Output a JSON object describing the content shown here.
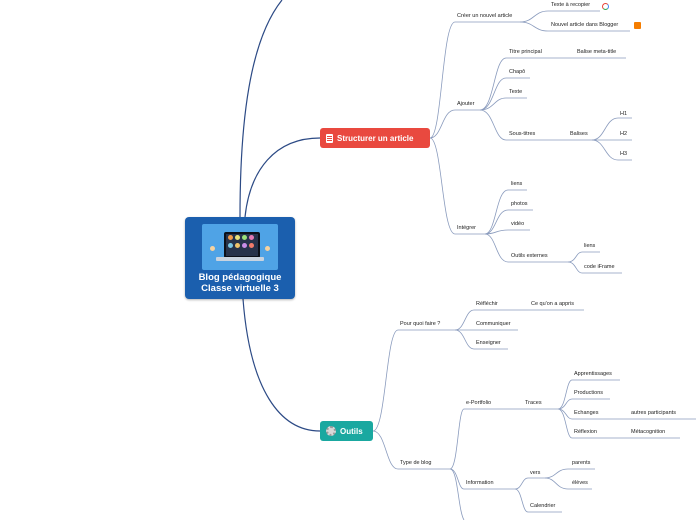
{
  "root": {
    "title_line1": "Blog pédagogique",
    "title_line2": "Classe virtuelle 3"
  },
  "branches": {
    "structurer": {
      "label": "Structurer un article",
      "icon": "document-icon",
      "color": "#e9493f"
    },
    "outils": {
      "label": "Outils",
      "icon": "gear-icon",
      "color": "#1aa8a0"
    }
  },
  "nodes": {
    "creer": "Créer un nouvel article",
    "texte_recopier": "Texte à recopier",
    "nouvel_article": "Nouvel article dans Blogger",
    "ajouter": "Ajouter",
    "titre_principal": "Titre principal",
    "balise_meta": "Balise meta-title",
    "chapo": "Chapô",
    "texte": "Texte",
    "sous_titres": "Sous-titres",
    "balises": "Balises",
    "h1": "H1",
    "h2": "H2",
    "h3": "H3",
    "integrer": "Intégrer",
    "liens": "liens",
    "photos": "photos",
    "video": "vidéo",
    "outils_externes": "Outils externes",
    "liens2": "liens",
    "code_iframe": "code iFrame",
    "pour_quoi": "Pour quoi faire ?",
    "reflechir": "Réfléchir",
    "ce_quon": "Ce qu'on a appris",
    "communiquer": "Communiquer",
    "enseigner": "Enseigner",
    "type_blog": "Type de blog",
    "eportfolio": "e-Portfolio",
    "traces": "Traces",
    "apprentissages": "Apprentissages",
    "productions": "Productions",
    "echanges": "Echanges",
    "autres": "autres participants",
    "reflexion": "Réflexion",
    "metacognition": "Métacognition",
    "information": "Information",
    "vers": "vers",
    "parents": "parents",
    "eleves": "élèves",
    "calendrier": "Calendrier"
  },
  "colors": {
    "connector": "#2c4a85",
    "child_line": "#8a9bbd",
    "underline": "#8a9bbd"
  }
}
